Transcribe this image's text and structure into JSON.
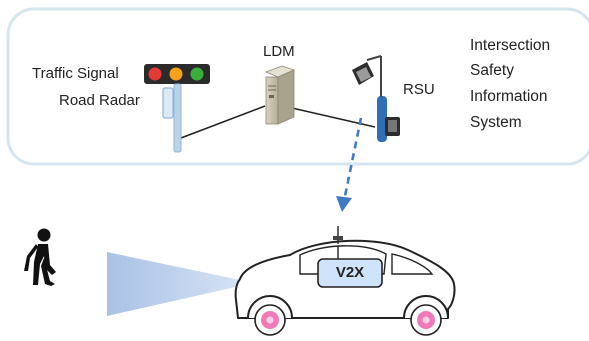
{
  "labels": {
    "traffic_signal": "Traffic Signal",
    "road_radar": "Road Radar",
    "ldm": "LDM",
    "rsu": "RSU",
    "system_lines": [
      "Intersection",
      "Safety",
      "Information",
      "System"
    ],
    "v2x": "V2X"
  },
  "icons": {
    "traffic_light": "traffic-light-icon",
    "radar": "road-radar-icon",
    "server": "server-icon",
    "antenna": "rsu-antenna-icon",
    "pedestrian": "pedestrian-icon",
    "car": "car-icon"
  },
  "colors": {
    "panel_border": "#d6e6ef",
    "panel_fill": "#ffffff",
    "signal_red": "#e53935",
    "signal_amber": "#f6a21a",
    "signal_green": "#3cae3c",
    "radar_pole": "#a9c8e4",
    "rsu_blue": "#2f6fb6",
    "dashed_arrow": "#3f7ac7",
    "beam": "#b9cde8",
    "v2x_box": "#cfe3fb",
    "wheel_hub": "#f07ab8"
  }
}
